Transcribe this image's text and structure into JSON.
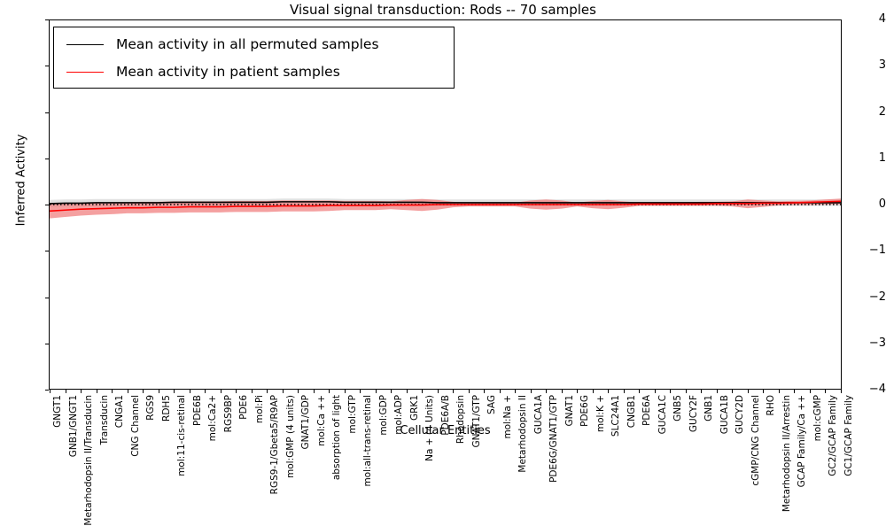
{
  "chart_data": {
    "type": "line",
    "title": "Visual signal transduction: Rods -- 70 samples",
    "xlabel": "Cellular Entities",
    "ylabel": "Inferred Activity",
    "ylim": [
      -4,
      4
    ],
    "yticks": [
      4,
      3,
      2,
      1,
      0,
      -1,
      -2,
      -3,
      -4
    ],
    "ytick_labels": [
      "4",
      "3",
      "2",
      "1",
      "0",
      "−1",
      "−2",
      "−3",
      "−4"
    ],
    "grid": false,
    "legend_position": "upper left",
    "zero_reference_line": {
      "value": 0,
      "style": "dotted",
      "color": "#000000"
    },
    "categories": [
      "GNGT1",
      "GNB1/GNGT1",
      "Metarhodopsin II/Transducin",
      "Transducin",
      "CNGA1",
      "CNG Channel",
      "RGS9",
      "RDH5",
      "mol:11-cis-retinal",
      "PDE6B",
      "mol:Ca2+",
      "RGS9BP",
      "PDE6",
      "mol:Pi",
      "RGS9-1/Gbeta5/R9AP",
      "mol:GMP (4 units)",
      "GNAT1/GDP",
      "mol:Ca ++",
      "absorption of light",
      "mol:GTP",
      "mol:all-trans-retinal",
      "mol:GDP",
      "mol:ADP",
      "GRK1",
      "Na + (4 Units)",
      "PDE6A/B",
      "Rhodopsin",
      "GNAT1/GTP",
      "SAG",
      "mol:Na +",
      "Metarhodopsin II",
      "GUCA1A",
      "PDE6G/GNAT1/GTP",
      "GNAT1",
      "PDE6G",
      "mol:K +",
      "SLC24A1",
      "CNGB1",
      "PDE6A",
      "GUCA1C",
      "GNB5",
      "GUCY2F",
      "GNB1",
      "GUCA1B",
      "GUCY2D",
      "cGMP/CNG Channel",
      "RHO",
      "Metarhodopsin II/Arrestin",
      "GCAP Family/Ca ++",
      "mol:cGMP",
      "GC2/GCAP Family",
      "GC1/GCAP Family"
    ],
    "series": [
      {
        "name": "Mean activity in all permuted samples",
        "color": "#000000",
        "band_color": "#c8c8c8",
        "values": [
          0.02,
          0.03,
          0.03,
          0.04,
          0.04,
          0.04,
          0.04,
          0.04,
          0.05,
          0.05,
          0.05,
          0.05,
          0.05,
          0.05,
          0.05,
          0.06,
          0.06,
          0.06,
          0.06,
          0.05,
          0.05,
          0.05,
          0.05,
          0.05,
          0.05,
          0.04,
          0.04,
          0.04,
          0.04,
          0.04,
          0.04,
          0.04,
          0.04,
          0.04,
          0.04,
          0.04,
          0.04,
          0.04,
          0.04,
          0.04,
          0.04,
          0.04,
          0.04,
          0.04,
          0.04,
          0.04,
          0.04,
          0.04,
          0.04,
          0.04,
          0.04,
          0.04
        ],
        "band_upper": [
          0.1,
          0.11,
          0.11,
          0.12,
          0.12,
          0.12,
          0.12,
          0.12,
          0.12,
          0.12,
          0.12,
          0.12,
          0.12,
          0.12,
          0.12,
          0.13,
          0.13,
          0.13,
          0.13,
          0.12,
          0.12,
          0.12,
          0.12,
          0.12,
          0.12,
          0.11,
          0.11,
          0.11,
          0.11,
          0.11,
          0.11,
          0.11,
          0.11,
          0.11,
          0.11,
          0.11,
          0.11,
          0.11,
          0.11,
          0.11,
          0.11,
          0.11,
          0.11,
          0.11,
          0.11,
          0.11,
          0.11,
          0.11,
          0.11,
          0.11,
          0.11,
          0.11
        ],
        "band_lower": [
          -0.06,
          -0.05,
          -0.05,
          -0.04,
          -0.04,
          -0.04,
          -0.04,
          -0.04,
          -0.03,
          -0.03,
          -0.03,
          -0.03,
          -0.03,
          -0.03,
          -0.03,
          -0.02,
          -0.02,
          -0.02,
          -0.02,
          -0.03,
          -0.03,
          -0.03,
          -0.03,
          -0.03,
          -0.03,
          -0.03,
          -0.03,
          -0.03,
          -0.03,
          -0.03,
          -0.03,
          -0.03,
          -0.03,
          -0.03,
          -0.03,
          -0.03,
          -0.03,
          -0.03,
          -0.03,
          -0.03,
          -0.03,
          -0.03,
          -0.03,
          -0.03,
          -0.03,
          -0.03,
          -0.03,
          -0.03,
          -0.03,
          -0.03,
          -0.03,
          -0.03
        ]
      },
      {
        "name": "Mean activity in patient samples",
        "color": "#ff0000",
        "band_color": "#f08080",
        "values": [
          -0.14,
          -0.12,
          -0.1,
          -0.09,
          -0.08,
          -0.07,
          -0.07,
          -0.06,
          -0.06,
          -0.05,
          -0.05,
          -0.05,
          -0.04,
          -0.04,
          -0.04,
          -0.03,
          -0.03,
          -0.03,
          -0.02,
          -0.02,
          -0.02,
          -0.02,
          -0.01,
          -0.01,
          -0.01,
          0.0,
          0.0,
          0.0,
          0.0,
          0.0,
          0.0,
          0.0,
          0.0,
          0.0,
          0.0,
          0.0,
          0.0,
          0.0,
          0.01,
          0.01,
          0.01,
          0.01,
          0.01,
          0.02,
          0.02,
          0.02,
          0.03,
          0.03,
          0.04,
          0.05,
          0.06,
          0.07
        ],
        "band_upper": [
          0.02,
          0.03,
          0.04,
          0.04,
          0.05,
          0.05,
          0.06,
          0.06,
          0.07,
          0.07,
          0.07,
          0.07,
          0.08,
          0.08,
          0.08,
          0.09,
          0.09,
          0.09,
          0.09,
          0.08,
          0.08,
          0.08,
          0.07,
          0.1,
          0.12,
          0.1,
          0.06,
          0.04,
          0.04,
          0.04,
          0.04,
          0.09,
          0.11,
          0.09,
          0.04,
          0.08,
          0.1,
          0.07,
          0.04,
          0.05,
          0.05,
          0.05,
          0.06,
          0.06,
          0.07,
          0.11,
          0.09,
          0.07,
          0.08,
          0.09,
          0.11,
          0.13
        ],
        "band_lower": [
          -0.3,
          -0.27,
          -0.24,
          -0.22,
          -0.21,
          -0.19,
          -0.19,
          -0.18,
          -0.18,
          -0.17,
          -0.17,
          -0.17,
          -0.16,
          -0.16,
          -0.16,
          -0.15,
          -0.15,
          -0.15,
          -0.14,
          -0.12,
          -0.12,
          -0.12,
          -0.1,
          -0.12,
          -0.14,
          -0.11,
          -0.06,
          -0.04,
          -0.04,
          -0.04,
          -0.04,
          -0.09,
          -0.11,
          -0.09,
          -0.04,
          -0.08,
          -0.1,
          -0.07,
          -0.03,
          -0.03,
          -0.03,
          -0.03,
          -0.03,
          -0.03,
          -0.04,
          -0.08,
          -0.05,
          -0.02,
          -0.01,
          -0.01,
          0.0,
          0.01
        ]
      }
    ]
  },
  "legend": {
    "items": [
      {
        "label": "Mean activity in all permuted samples",
        "color": "#000000"
      },
      {
        "label": "Mean activity in patient samples",
        "color": "#ff0000"
      }
    ]
  }
}
